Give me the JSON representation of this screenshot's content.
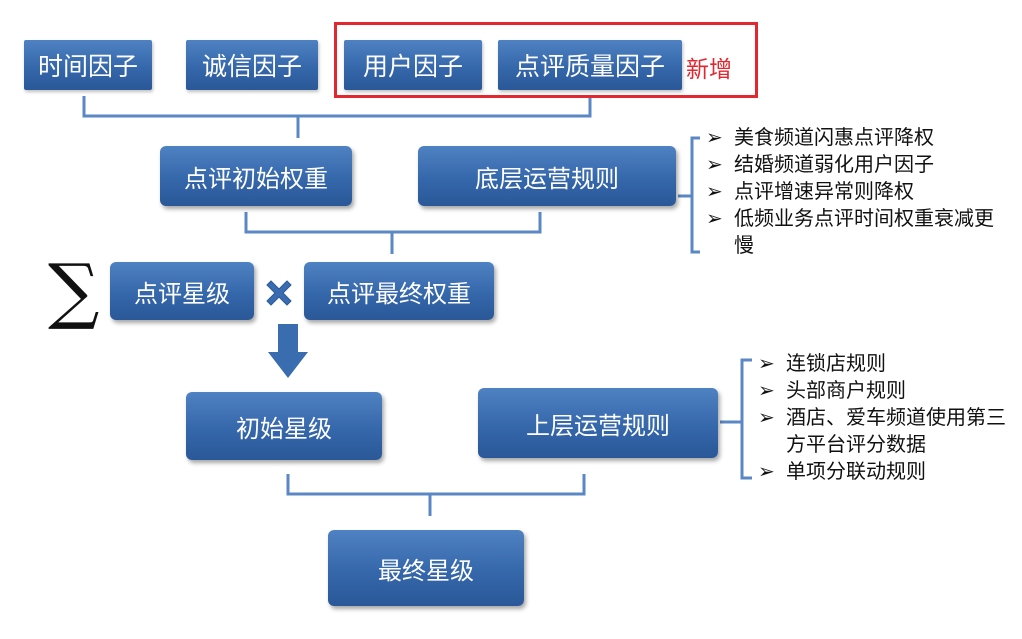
{
  "factors": {
    "time": "时间因子",
    "credit": "诚信因子",
    "user": "用户因子",
    "review_quality": "点评质量因子",
    "new_tag": "新增"
  },
  "middle": {
    "initial_weight": "点评初始权重",
    "base_rules": "底层运营规则",
    "base_rules_items": [
      "美食频道闪惠点评降权",
      "结婚频道弱化用户因子",
      "点评增速异常则降权",
      "低频业务点评时间权重衰减更慢"
    ]
  },
  "formula": {
    "sum_symbol": "∑",
    "star_level": "点评星级",
    "multiply_icon": "multiply-icon",
    "final_weight": "点评最终权重"
  },
  "lower": {
    "initial_star": "初始星级",
    "upper_rules": "上层运营规则",
    "upper_rules_items": [
      "连锁店规则",
      "头部商户规则",
      "酒店、爱车频道使用第三方平台评分数据",
      "单项分联动规则"
    ],
    "final_star": "最终星级"
  },
  "bullet_mark": "➢",
  "colors": {
    "box": "#3567ab",
    "highlight": "#e3272f",
    "connector": "#5b87c4"
  }
}
